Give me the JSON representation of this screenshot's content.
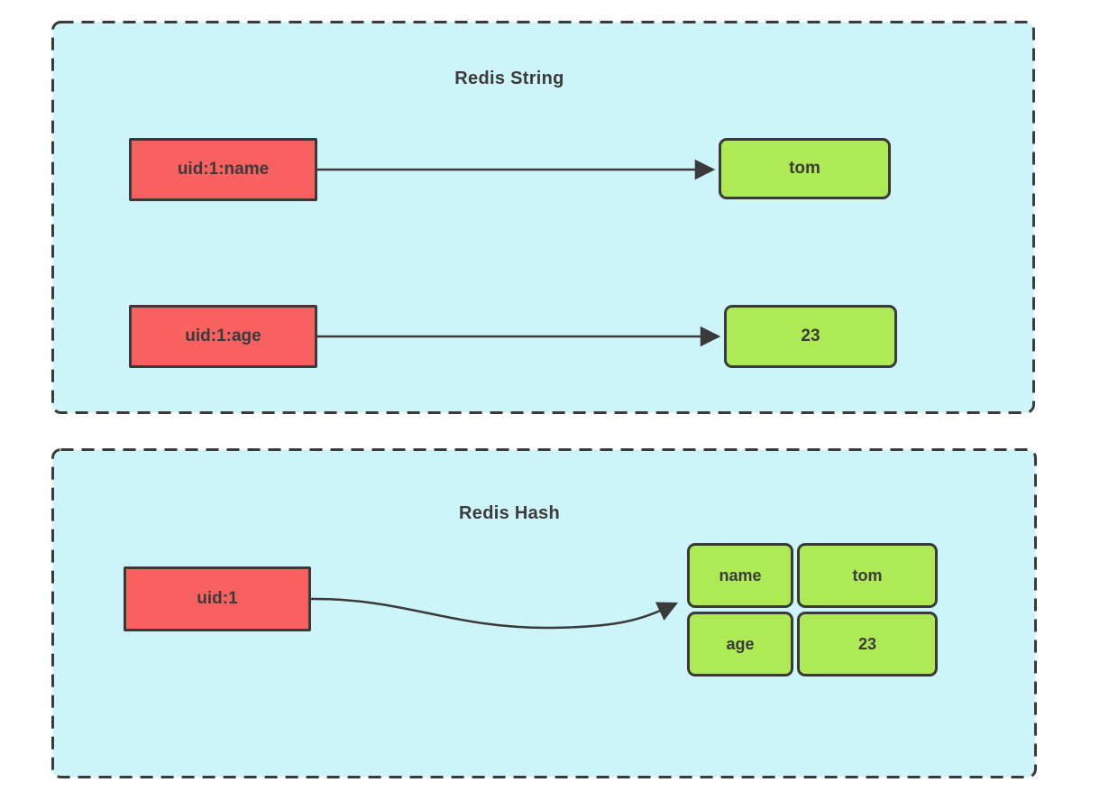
{
  "string_panel": {
    "title": "Redis String",
    "entries": [
      {
        "key": "uid:1:name",
        "value": "tom"
      },
      {
        "key": "uid:1:age",
        "value": "23"
      }
    ]
  },
  "hash_panel": {
    "title": "Redis Hash",
    "key": "uid:1",
    "fields": [
      {
        "name": "name",
        "value": "tom"
      },
      {
        "name": "age",
        "value": "23"
      }
    ]
  },
  "colors": {
    "panel_bg": "#cdf4f8",
    "stroke": "#3a3a3a",
    "key_fill": "#f96060",
    "value_fill": "#aeea55",
    "text": "#3b3b3b",
    "page_bg": "#ffffff"
  }
}
